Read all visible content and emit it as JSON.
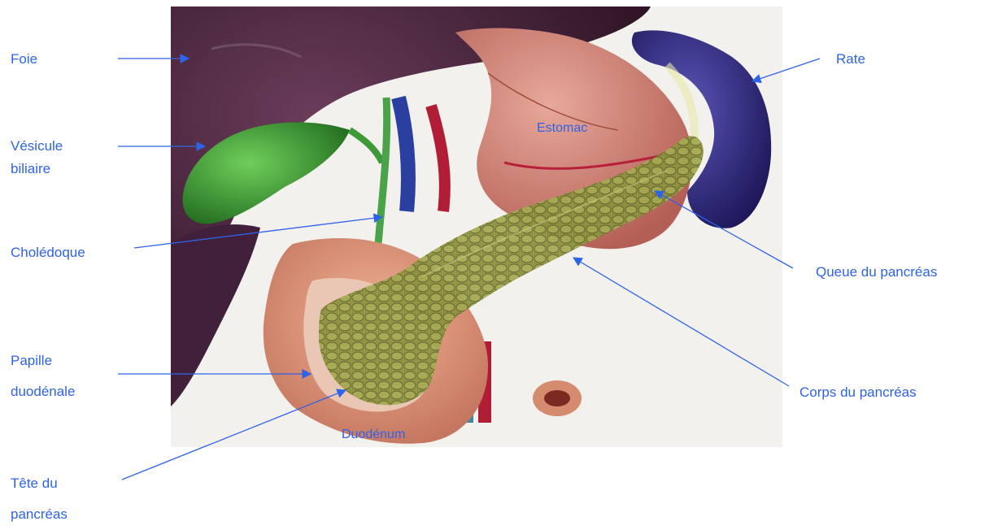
{
  "colors": {
    "label": "#2f63e6",
    "liver": "#3b1a2e",
    "gallbladder": "#2f8a2c",
    "stomach": "#c8756a",
    "spleen": "#2a2470",
    "pancreas": "#8b8f3c",
    "duodenum": "#d58b6e",
    "background_panel": "#f3f1ee"
  },
  "labels": {
    "foie": "Foie",
    "vesicule_line1": "Vésicule",
    "vesicule_line2": "biliaire",
    "choledoque": "Cholédoque",
    "papille_line1": "Papille",
    "papille_line2": "duodénale",
    "tete_line1": "Tête du",
    "tete_line2": "pancréas",
    "rate": "Rate",
    "queue": "Queue du pancréas",
    "corps": "Corps du pancréas",
    "estomac": "Estomac",
    "duodenum": "Duodénum"
  }
}
